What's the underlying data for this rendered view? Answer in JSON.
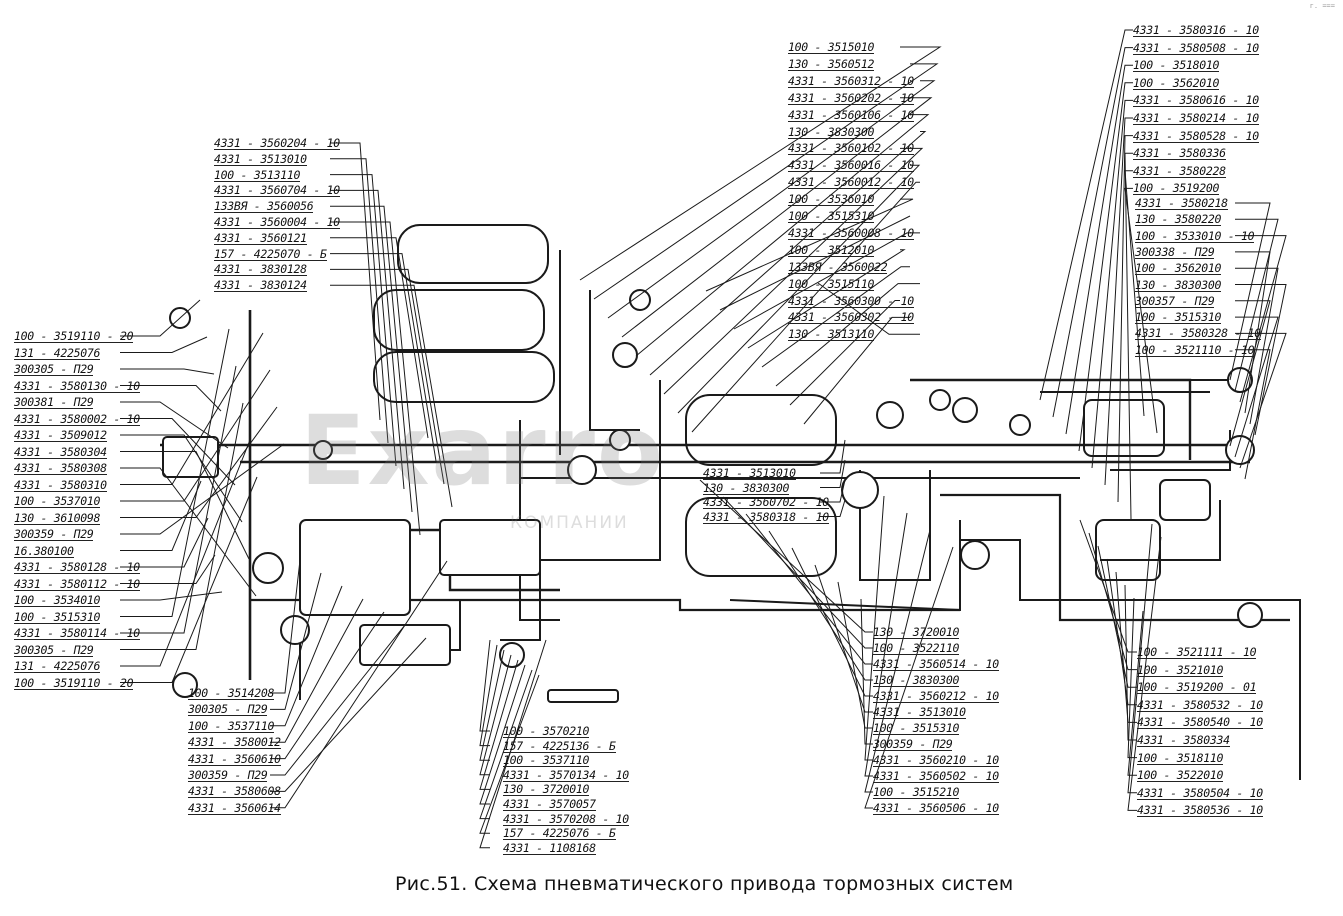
{
  "caption": "Рис.51. Схема пневматического привода тормозных систем",
  "watermark": {
    "main": "Exarro",
    "sub": "КОМПАНИИ"
  },
  "corner_mark": "г. ===",
  "labels_left": [
    "100 - 3519110 - 20",
    "131 - 4225076",
    "300305 - П29",
    "4331 - 3580130 - 10",
    "300381 - П29",
    "4331 - 3580002 - 10",
    "4331 - 3509012",
    "4331 - 3580304",
    "4331 - 3580308",
    "4331 - 3580310",
    "100 - 3537010",
    "130 - 3610098",
    "300359 - П29",
    "16.380100",
    "4331 - 3580128 - 10",
    "4331 - 3580112 - 10",
    "100 - 3534010",
    "100 - 3515310",
    "4331 - 3580114 - 10",
    "300305 - П29",
    "131 - 4225076",
    "100 - 3519110 - 20"
  ],
  "labels_top_left": [
    "4331 - 3560204 - 10",
    "4331 - 3513010",
    "100 - 3513110",
    "4331 - 3560704 - 10",
    "133ВЯ - 3560056",
    "4331 - 3560004 - 10",
    "4331 - 3560121",
    "157 - 4225070 - Б",
    "4331 - 3830128",
    "4331 - 3830124"
  ],
  "labels_top_center": [
    "100 - 3515010",
    "130 - 3560512",
    "4331 - 3560312 - 10",
    "4331 - 3560202 - 10",
    "4331 - 3560106 - 10",
    "130 - 3830300",
    "4331 - 3560102 - 10",
    "4331 - 3560016 - 10",
    "4331 - 3560012 - 10",
    "100 - 3536010",
    "100 - 3515310",
    "4331 - 3560008 - 10",
    "100 - 3512010",
    "133ВЯ - 3560022",
    "100 - 3515110",
    "4331 - 3560300 - 10",
    "4331 - 3560302 - 10",
    "130 - 3513110"
  ],
  "labels_top_right": [
    "4331 - 3580316 - 10",
    "4331 - 3580508 - 10",
    "100 - 3518010",
    "100 - 3562010",
    "4331 - 3580616 - 10",
    "4331 - 3580214 - 10",
    "4331 - 3580528 - 10",
    "4331 - 3580336",
    "4331 - 3580228",
    "100 - 3519200"
  ],
  "labels_right": [
    "4331 - 3580218",
    "130 - 3580220",
    "100 - 3533010 - 10",
    "300338 - П29",
    "100 - 3562010",
    "130 - 3830300",
    "300357 - П29",
    "100 - 3515310",
    "4331 - 3580328 - 10",
    "100 - 3521110 - 10"
  ],
  "labels_right_bottom": [
    "100 - 3521111 - 10",
    "100 - 3521010",
    "100 - 3519200 - 01",
    "4331 - 3580532 - 10",
    "4331 - 3580540 - 10",
    "4331 - 3580334",
    "100 - 3518110",
    "100 - 3522010",
    "4331 - 3580504 - 10",
    "4331 - 3580536 - 10"
  ],
  "labels_center_mid": [
    "4331 - 3513010",
    "130 - 3830300",
    "4331 - 3560702 - 10",
    "4331 - 3580318 - 10"
  ],
  "labels_bottom_center": [
    "130 - 3720010",
    "100 - 3522110",
    "4331 - 3560514 - 10",
    "130 - 3830300",
    "4331 - 3560212 - 10",
    "4331 - 3513010",
    "100 - 3515310",
    "300359 - П29",
    "4331 - 3560210 - 10",
    "4331 - 3560502 - 10",
    "100 - 3515210",
    "4331 - 3560506 - 10"
  ],
  "labels_bottom_left": [
    "100 - 3514208",
    "300305 - П29",
    "100 - 3537110",
    "4331 - 3580012",
    "4331 - 3560610",
    "300359 - П29",
    "4331 - 3580608",
    "4331 - 3560614"
  ],
  "labels_bottom_mid": [
    "100 - 3570210",
    "157 - 4225136 - Б",
    "100 - 3537110",
    "4331 - 3570134 - 10",
    "130 - 3720010",
    "4331 - 3570057",
    "4331 - 3570208 - 10",
    "157 - 4225076 - Б",
    "4331 - 1108168"
  ]
}
